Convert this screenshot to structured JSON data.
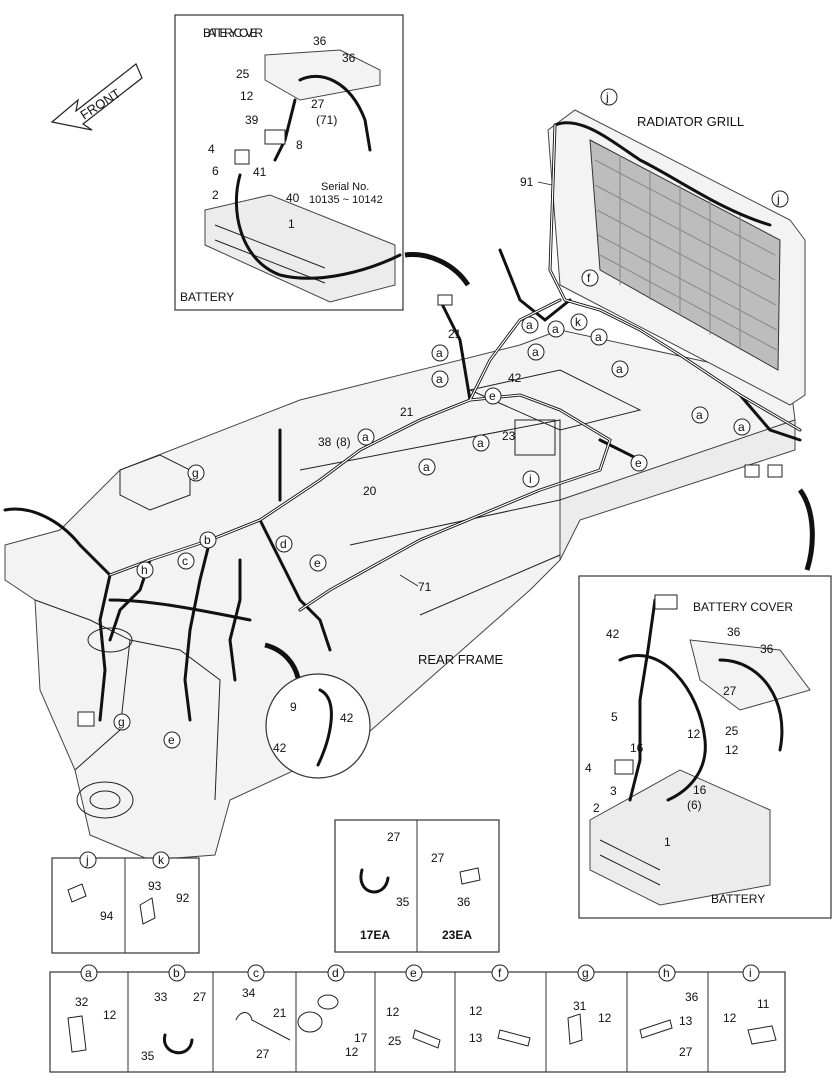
{
  "arrow": {
    "label": "FRONT"
  },
  "main_labels": {
    "radiator_grill": "RADIATOR GRILL",
    "rear_frame": "REAR FRAME"
  },
  "main_callouts": [
    "91",
    "21",
    "42",
    "21",
    "23",
    "38",
    "(8)",
    "20",
    "71"
  ],
  "main_letters": [
    "j",
    "j",
    "f",
    "k",
    "a",
    "a",
    "a",
    "a",
    "a",
    "a",
    "a",
    "a",
    "a",
    "a",
    "a",
    "a",
    "e",
    "e",
    "e",
    "e",
    "i",
    "g",
    "g",
    "b",
    "c",
    "d",
    "h"
  ],
  "inset_top": {
    "title": "BATTERY COVER",
    "bottom_label": "BATTERY",
    "serial": "Serial No.",
    "serial_range": "10135 ~ 10142",
    "callouts": [
      "36",
      "36",
      "25",
      "12",
      "27",
      "(71)",
      "8",
      "39",
      "4",
      "6",
      "41",
      "40",
      "2",
      "1"
    ]
  },
  "inset_right": {
    "title": "BATTERY COVER",
    "bottom_label": "BATTERY",
    "callouts": [
      "42",
      "36",
      "36",
      "27",
      "5",
      "12",
      "25",
      "12",
      "16",
      "4",
      "3",
      "16",
      "(6)",
      "2",
      "1"
    ]
  },
  "inset_clip": {
    "callouts": [
      "9",
      "42",
      "42"
    ]
  },
  "box_counts": {
    "left": {
      "callouts": [
        "27",
        "35"
      ],
      "qty": "17EA"
    },
    "right": {
      "callouts": [
        "27",
        "36"
      ],
      "qty": "23EA"
    }
  },
  "box_jk": [
    {
      "letter": "j",
      "callouts": [
        "94"
      ]
    },
    {
      "letter": "k",
      "callouts": [
        "93",
        "92"
      ]
    }
  ],
  "legend": [
    {
      "letter": "a",
      "callouts": [
        "32",
        "12"
      ]
    },
    {
      "letter": "b",
      "callouts": [
        "33",
        "27",
        "35"
      ]
    },
    {
      "letter": "c",
      "callouts": [
        "34",
        "21",
        "27"
      ]
    },
    {
      "letter": "d",
      "callouts": [
        "17",
        "12"
      ]
    },
    {
      "letter": "e",
      "callouts": [
        "12",
        "25"
      ]
    },
    {
      "letter": "f",
      "callouts": [
        "12",
        "13"
      ]
    },
    {
      "letter": "g",
      "callouts": [
        "31",
        "12"
      ]
    },
    {
      "letter": "h",
      "callouts": [
        "36",
        "13",
        "27"
      ]
    },
    {
      "letter": "i",
      "callouts": [
        "11",
        "12"
      ]
    }
  ]
}
